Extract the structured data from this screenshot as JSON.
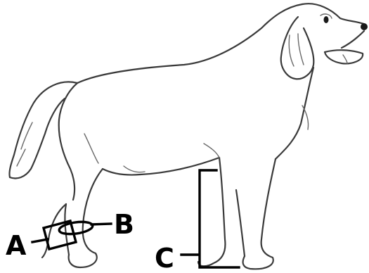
{
  "figure": {
    "subject_icon": "dog-outline-icon",
    "label_colors": {
      "lines": "#000000",
      "outline": "#3a3a3a"
    },
    "labels": [
      {
        "key": "A",
        "text": "A"
      },
      {
        "key": "B",
        "text": "B"
      },
      {
        "key": "C",
        "text": "C"
      }
    ]
  }
}
